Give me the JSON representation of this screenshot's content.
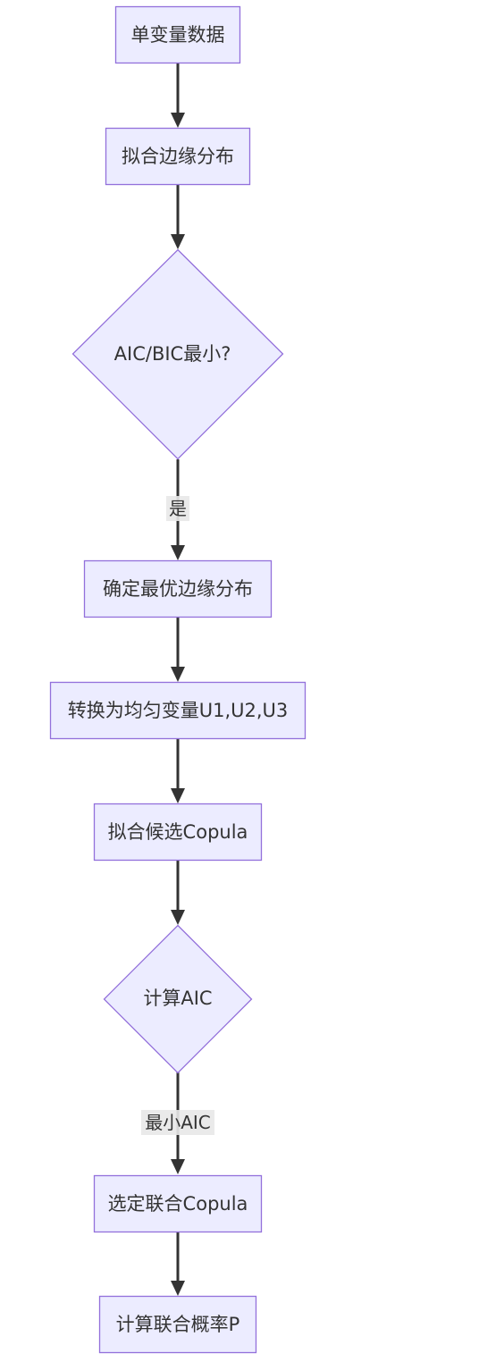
{
  "nodes": {
    "univariate_data": "单变量数据",
    "fit_marginal": "拟合边缘分布",
    "aic_bic_min": "AIC/BIC最小?",
    "determine_optimal_marginal": "确定最优边缘分布",
    "transform_uniform": "转换为均匀变量U1,U2,U3",
    "fit_candidate_copula": "拟合候选Copula",
    "compute_aic": "计算AIC",
    "select_joint_copula": "选定联合Copula",
    "compute_joint_probability": "计算联合概率P"
  },
  "edge_labels": {
    "yes": "是",
    "min_aic": "最小AIC"
  },
  "colors": {
    "node_fill": "#ECECFF",
    "node_stroke": "#9370DB",
    "edge": "#333333",
    "text": "#333333",
    "label_bg": "#E8E8E8"
  }
}
